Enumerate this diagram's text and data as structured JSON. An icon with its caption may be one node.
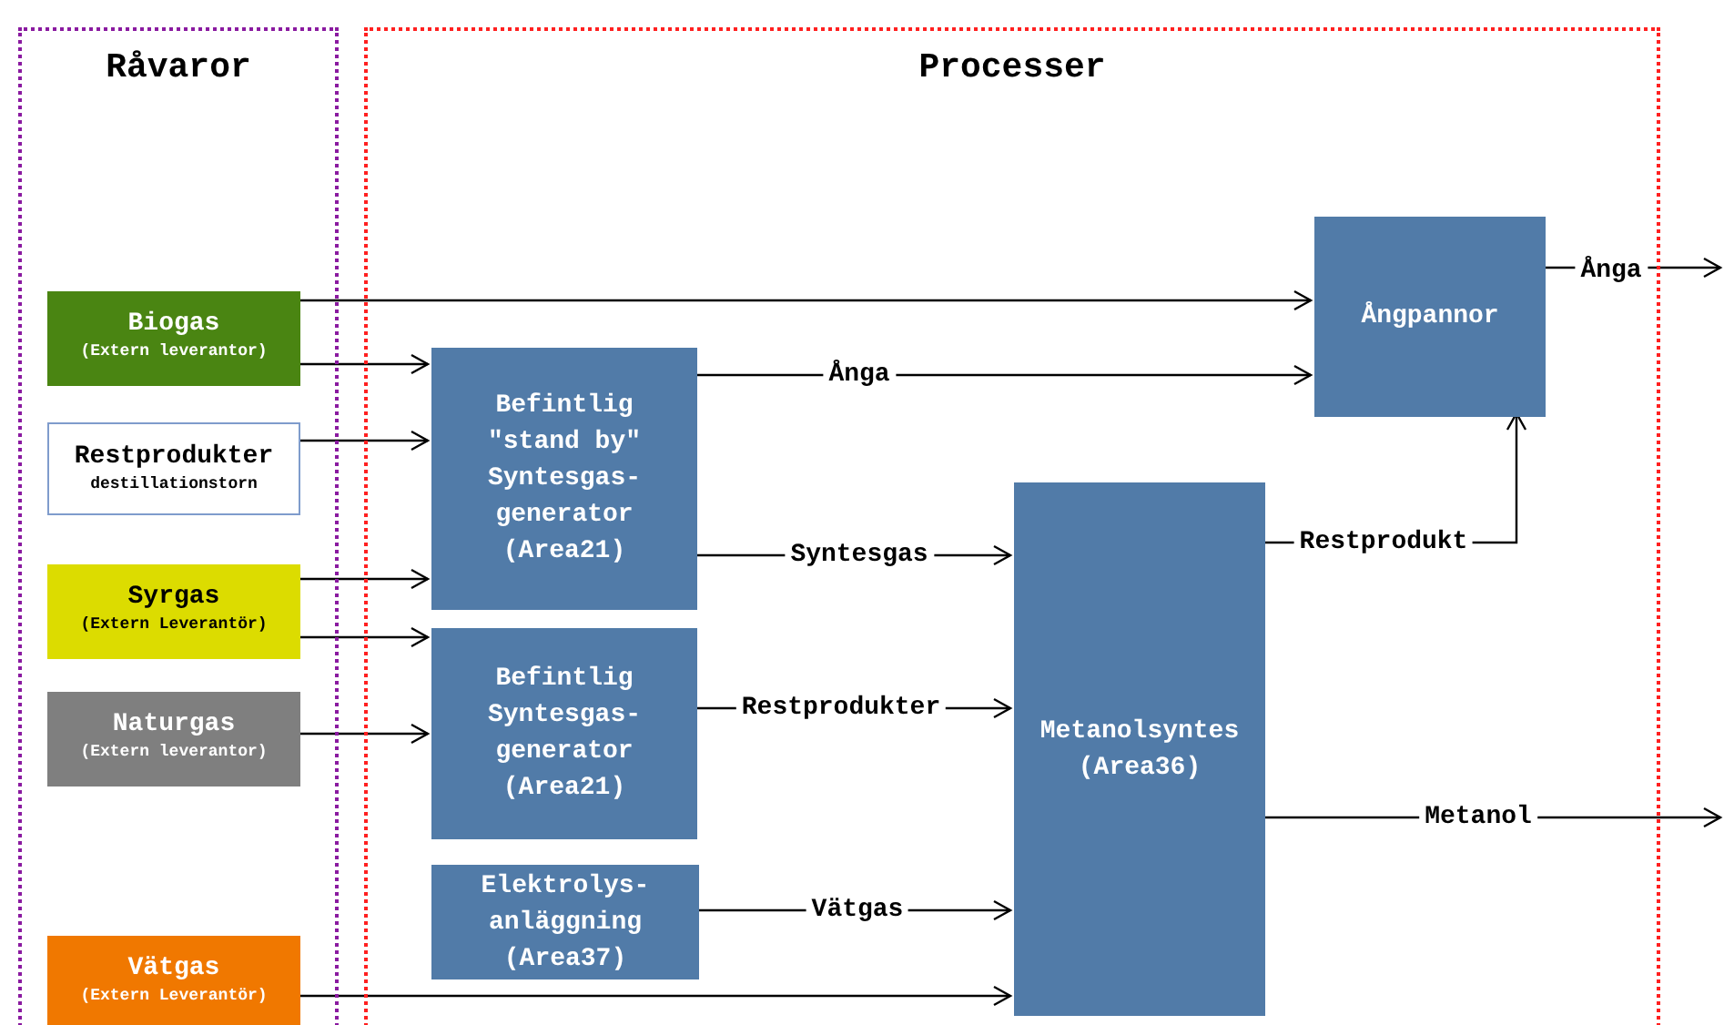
{
  "diagram": {
    "nodes": [
      {
        "text": [
          "Råvaror"
        ]
      },
      {
        "text": [
          "Processer"
        ]
      },
      {
        "text": [
          "Biogas",
          "(Extern leverantor)"
        ],
        "in": 0
      },
      {
        "text": [
          "Restprodukter",
          "destillationstorn"
        ],
        "in": 0
      },
      {
        "text": [
          "Syrgas",
          "(Extern Leverantör)"
        ],
        "in": 0
      },
      {
        "text": [
          "Naturgas",
          "(Extern leverantor)"
        ],
        "in": 0
      },
      {
        "text": [
          "Vätgas",
          "(Extern Leverantör)"
        ],
        "in": 0
      },
      {
        "text": [
          "Befintlig \"stand by\" Syntesgas-generator (Area21)"
        ],
        "in": 1
      },
      {
        "text": [
          "Befintlig Syntesgas-generator (Area21)"
        ],
        "in": 1
      },
      {
        "text": [
          "Elektrolys-anläggning (Area37)"
        ],
        "in": 1
      },
      {
        "text": [
          "Ångpannor"
        ],
        "in": 1
      },
      {
        "text": [
          "Metanolsyntes (Area36)"
        ],
        "in": 1
      }
    ],
    "edges": [
      {
        "from": 2,
        "to": 10,
        "arrow": "to"
      },
      {
        "from": 2,
        "to": 7,
        "arrow": "to"
      },
      {
        "from": 3,
        "to": 7,
        "arrow": "to"
      },
      {
        "from": 4,
        "to": 7,
        "arrow": "to"
      },
      {
        "from": 4,
        "to": 8,
        "arrow": "to"
      },
      {
        "from": 5,
        "to": 8,
        "arrow": "to"
      },
      {
        "from": 6,
        "to": 11,
        "arrow": "to"
      },
      {
        "from": 7,
        "to": 10,
        "label": "Ånga",
        "arrow": "to"
      },
      {
        "from": 7,
        "to": 11,
        "label": "Syntesgas",
        "arrow": "to"
      },
      {
        "from": 8,
        "to": 11,
        "label": "Restprodukter",
        "arrow": "to"
      },
      {
        "from": 9,
        "to": 11,
        "label": "Vätgas",
        "arrow": "to"
      },
      {
        "from": 11,
        "to": 10,
        "label": "Restprodukt",
        "arrow": "to"
      },
      {
        "from": 10,
        "to": null,
        "label": "Ånga",
        "arrow": "to"
      },
      {
        "from": 11,
        "to": null,
        "label": "Metanol",
        "arrow": "to"
      }
    ]
  }
}
